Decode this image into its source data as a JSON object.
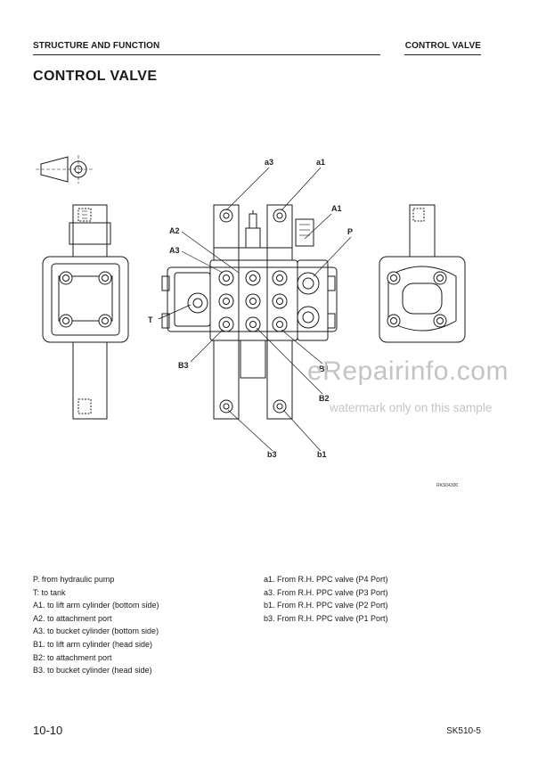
{
  "header": {
    "section": "STRUCTURE AND FUNCTION",
    "topic": "CONTROL VALVE"
  },
  "title": "CONTROL VALVE",
  "diagram": {
    "labels": {
      "a3": "a3",
      "a1": "a1",
      "A1": "A1",
      "P": "P",
      "A2": "A2",
      "A3": "A3",
      "T": "T",
      "B3": "B3",
      "B1": "B1",
      "B2": "B2",
      "b3": "b3",
      "b1": "b1"
    },
    "drawing_code": "RKS04300"
  },
  "watermark": {
    "main": "eRepairinfo.com",
    "sub": "watermark only on this sample"
  },
  "legend_left": [
    "P.   from hydraulic pump",
    "T:   to tank",
    "A1. to lift arm cylinder (bottom side)",
    "A2. to attachment port",
    "A3. to bucket cylinder (bottom side)",
    "B1. to lift arm cylinder (head side)",
    "B2: to attachment port",
    "B3. to bucket cylinder (head side)"
  ],
  "legend_right": [
    "a1.  From R.H. PPC valve (P4 Port)",
    "a3.  From R.H. PPC valve (P3 Port)",
    "b1.  From R.H. PPC valve (P2 Port)",
    "b3.  From R.H. PPC valve (P1 Port)"
  ],
  "footer": {
    "page": "10-10",
    "model": "SK510-5"
  }
}
